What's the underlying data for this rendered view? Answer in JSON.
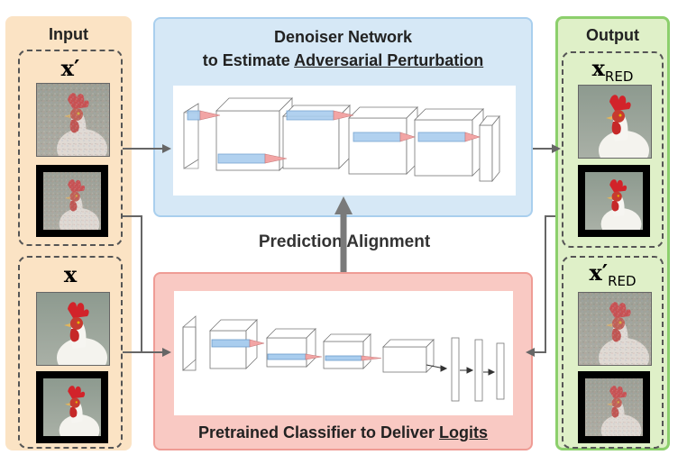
{
  "panels": {
    "input": {
      "title": "Input",
      "color": "#fbe3c4"
    },
    "output": {
      "title": "Output",
      "color": "#dff0c8",
      "border_color": "#8ccf6c"
    },
    "denoiser": {
      "title_line1": "Denoiser Network",
      "title_line2_prefix": "to Estimate ",
      "title_line2_underlined": "Adversarial Perturbation",
      "color": "#d6e8f6"
    },
    "classifier": {
      "title_prefix": "Pretrained Classifier to Deliver ",
      "title_underlined": "Logits",
      "color": "#f9c9c3"
    }
  },
  "input_groups": {
    "adversarial": {
      "symbol": "x′"
    },
    "clean": {
      "symbol": "x"
    }
  },
  "output_groups": {
    "red": {
      "symbol": "x",
      "subscript": "RED"
    },
    "red_prime": {
      "symbol": "x′",
      "subscript": "RED"
    }
  },
  "center_label": "Prediction Alignment",
  "colors": {
    "arrow": "#666666",
    "arrow_up": "#7a7a7a",
    "layer_highlight_blue": "#a9cdee",
    "layer_highlight_red": "#f2a5a5"
  },
  "icons": [
    "rooster-image-noisy",
    "rooster-image-noisy-framed",
    "rooster-image-clean",
    "rooster-image-clean-framed"
  ]
}
